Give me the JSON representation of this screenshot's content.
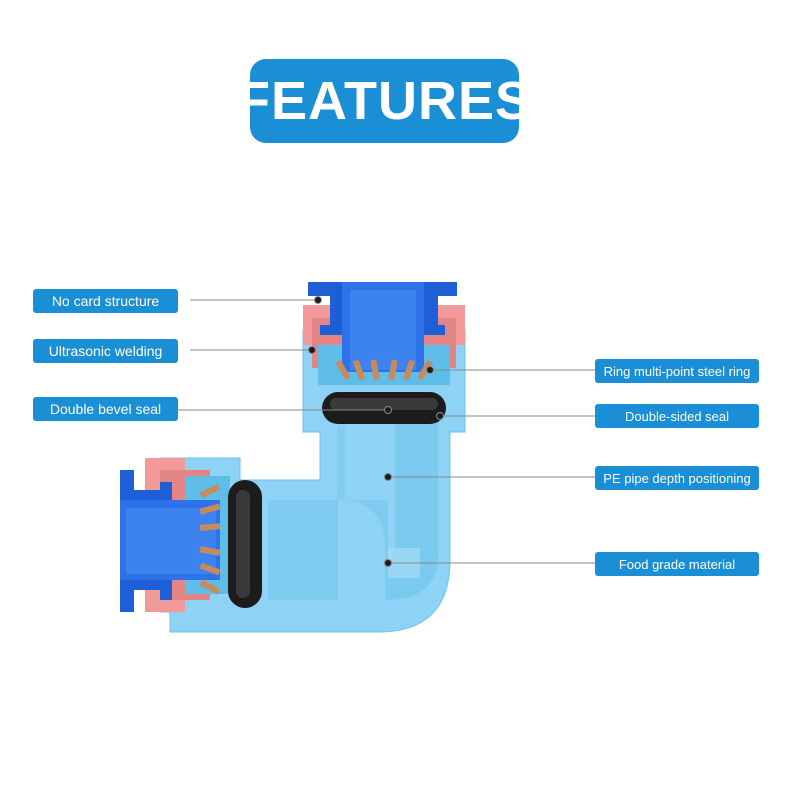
{
  "title": "FEATURES",
  "labels": {
    "no_card_structure": "No card structure",
    "ultrasonic_welding": "Ultrasonic welding",
    "double_bevel_seal": "Double bevel seal",
    "ring_multipoint_steel_ring": "Ring multi-point steel ring",
    "double_sided_seal": "Double-sided seal",
    "pe_pipe_depth_positioning": "PE pipe depth positioning",
    "food_grade_material": "Food grade material"
  },
  "colors": {
    "accent": "#1a8fd6",
    "body_light_blue": "#8ed3f5",
    "body_mid_blue": "#5fbde9",
    "cap_blue": "#1e5fd8",
    "weld_pink": "#f29a9a",
    "seal_black": "#1c1c1c",
    "steel_ring_copper": "#c88a5a",
    "leader_line": "#888888"
  }
}
